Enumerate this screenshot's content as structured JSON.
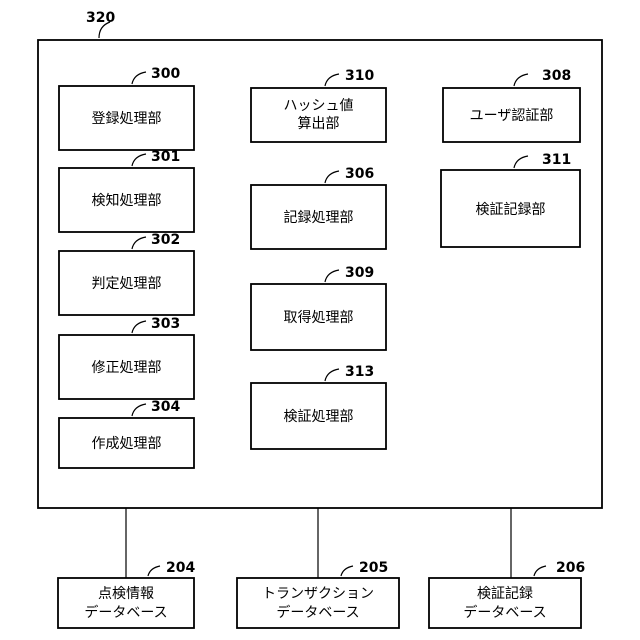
{
  "system": {
    "ref": "320"
  },
  "blocks": [
    {
      "id": "registration",
      "ref": "300",
      "lines": [
        "登録処理部"
      ]
    },
    {
      "id": "detection",
      "ref": "301",
      "lines": [
        "検知処理部"
      ]
    },
    {
      "id": "judgment",
      "ref": "302",
      "lines": [
        "判定処理部"
      ]
    },
    {
      "id": "correction",
      "ref": "303",
      "lines": [
        "修正処理部"
      ]
    },
    {
      "id": "creation",
      "ref": "304",
      "lines": [
        "作成処理部"
      ]
    },
    {
      "id": "hash",
      "ref": "310",
      "lines": [
        "ハッシュ値",
        "算出部"
      ]
    },
    {
      "id": "recording",
      "ref": "306",
      "lines": [
        "記録処理部"
      ]
    },
    {
      "id": "acquisition",
      "ref": "309",
      "lines": [
        "取得処理部"
      ]
    },
    {
      "id": "verification",
      "ref": "313",
      "lines": [
        "検証処理部"
      ]
    },
    {
      "id": "user-auth",
      "ref": "308",
      "lines": [
        "ユーザ認証部"
      ]
    },
    {
      "id": "verification-record",
      "ref": "311",
      "lines": [
        "検証記録部"
      ]
    }
  ],
  "databases": [
    {
      "id": "inspection-db",
      "ref": "204",
      "lines": [
        "点検情報",
        "データベース"
      ]
    },
    {
      "id": "transaction-db",
      "ref": "205",
      "lines": [
        "トランザクション",
        "データベース"
      ]
    },
    {
      "id": "verification-db",
      "ref": "206",
      "lines": [
        "検証記録",
        "データベース"
      ]
    }
  ]
}
